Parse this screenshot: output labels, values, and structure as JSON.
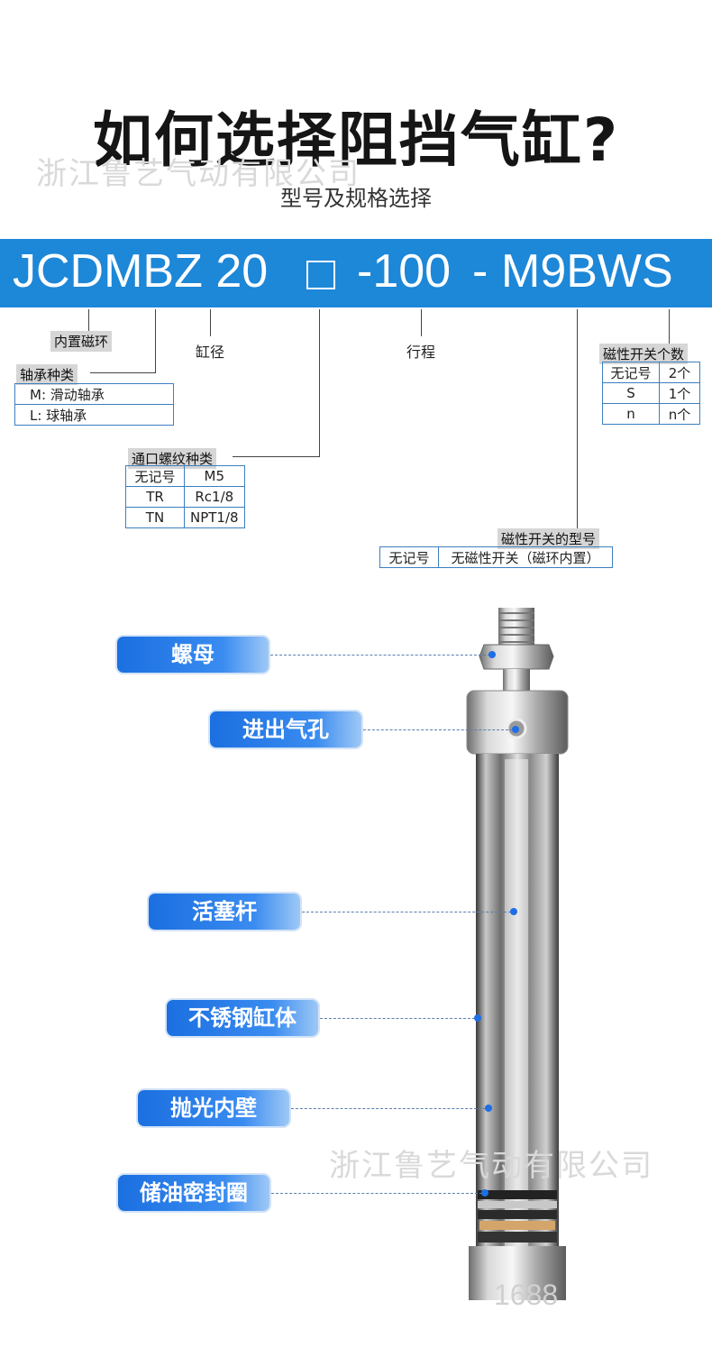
{
  "header": {
    "title": "如何选择阻挡气缸?",
    "subtitle": "型号及规格选择",
    "watermark": "浙江鲁艺气动有限公司"
  },
  "banner": {
    "p1": "JCDMBZ 20",
    "p2": "-100",
    "p3": "-",
    "p4": "M9BWS"
  },
  "labels": {
    "magnet": "内置磁环",
    "bore": "缸径",
    "stroke": "行程"
  },
  "bearing": {
    "title": "轴承种类",
    "rows": [
      "M: 滑动轴承",
      "L:  球轴承"
    ]
  },
  "thread": {
    "title": "通口螺纹种类",
    "rows": [
      [
        "无记号",
        "M5"
      ],
      [
        "TR",
        "Rc1/8"
      ],
      [
        "TN",
        "NPT1/8"
      ]
    ]
  },
  "switch_count": {
    "title": "磁性开关个数",
    "rows": [
      [
        "无记号",
        "2个"
      ],
      [
        "S",
        "1个"
      ],
      [
        "n",
        "n个"
      ]
    ]
  },
  "switch_model": {
    "title": "磁性开关的型号",
    "rows": [
      [
        "无记号",
        "无磁性开关（磁环内置）"
      ]
    ]
  },
  "callouts": [
    "螺母",
    "进出气孔",
    "活塞杆",
    "不锈钢缸体",
    "抛光内壁",
    "储油密封圈"
  ],
  "bottom_watermark": "1688",
  "colors": {
    "banner": "#1d87d8",
    "callout": "#1b6fe0",
    "table_border": "#3c7fc0"
  }
}
